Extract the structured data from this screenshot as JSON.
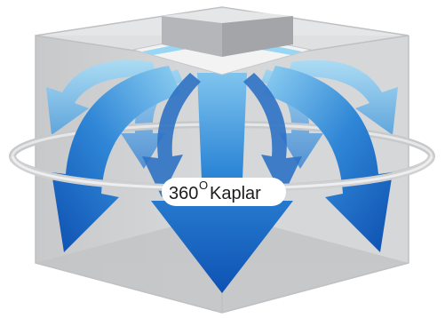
{
  "label": {
    "number": "360",
    "degree": "O",
    "text": "Kaplar"
  },
  "colors": {
    "room_face": "#d2d3d5",
    "room_edge": "#b9bbbe",
    "unit_top": "#e8e8e9",
    "unit_side": "#a9abae",
    "arrow_light": "#6fb1de",
    "arrow_dark": "#0e57b8",
    "ring": "#c9cacc"
  },
  "icons": {
    "unit": "ceiling-cassette-ac-icon",
    "arrows": "airflow-arrow-icon"
  }
}
